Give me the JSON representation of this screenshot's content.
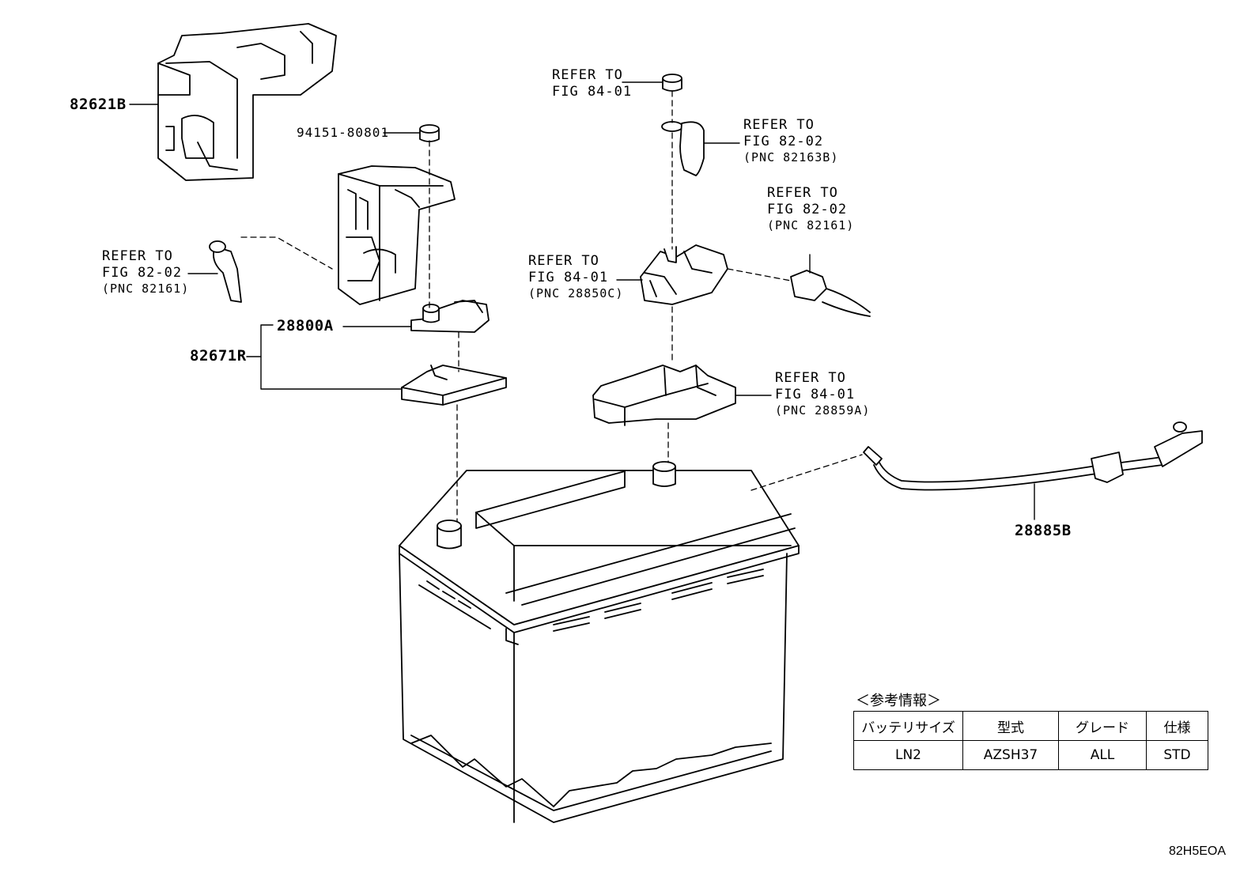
{
  "parts": {
    "p82621B": "82621B",
    "p94151": "94151-80801",
    "p28800A": "28800A",
    "p82671R": "82671R",
    "p28885B": "28885B"
  },
  "refs": {
    "left_8202": {
      "l1": "REFER TO",
      "l2": "FIG 82-02",
      "l3": "(PNC 82161)"
    },
    "top_8401": {
      "l1": "REFER TO",
      "l2": "FIG 84-01"
    },
    "top_8202": {
      "l1": "REFER TO",
      "l2": "FIG 82-02",
      "l3": "(PNC 82163B)"
    },
    "right_8202": {
      "l1": "REFER TO",
      "l2": "FIG 82-02",
      "l3": "(PNC 82161)"
    },
    "mid_8401": {
      "l1": "REFER TO",
      "l2": "FIG 84-01",
      "l3": "(PNC 28850C)"
    },
    "tray_8401": {
      "l1": "REFER TO",
      "l2": "FIG 84-01",
      "l3": "(PNC 28859A)"
    }
  },
  "info": {
    "caption": "＜参考情報＞",
    "headers": [
      "バッテリサイズ",
      "型式",
      "グレード",
      "仕様"
    ],
    "row": [
      "LN2",
      "AZSH37",
      "ALL",
      "STD"
    ]
  },
  "figure_code": "82H5EOA"
}
